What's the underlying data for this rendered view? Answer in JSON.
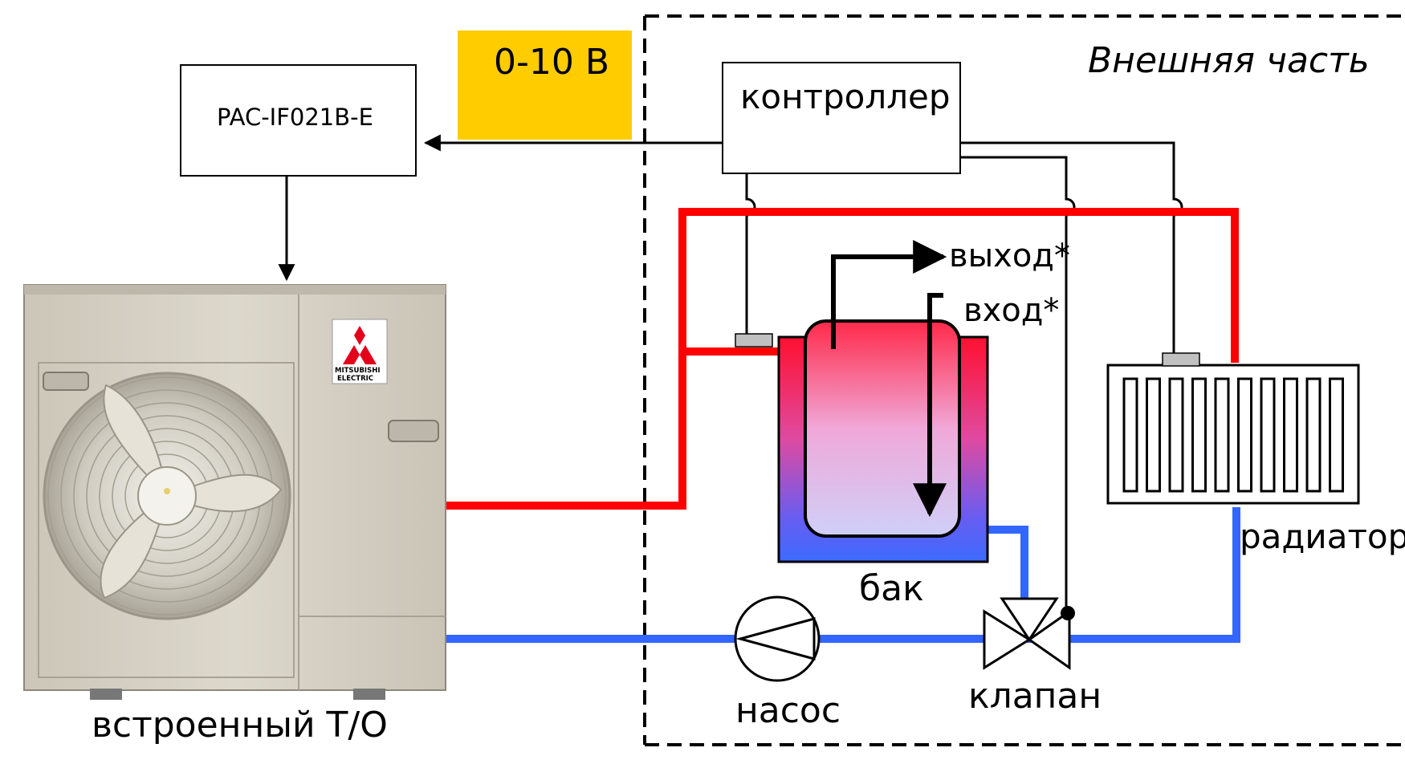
{
  "labels": {
    "signal": "0-10 В",
    "interface": "PAC-IF021B-E",
    "controller": "контроллер",
    "external_zone": "Внешняя часть",
    "outlet": "выход*",
    "inlet": "вход*",
    "tank": "бак",
    "radiator": "радиатор",
    "pump": "насос",
    "valve": "клапан",
    "heat_exchanger": "встроенный Т/О",
    "unit_logo_line1": "MITSUBISHI",
    "unit_logo_line2": "ELECTRIC"
  },
  "colors": {
    "hot_pipe": "#ff0000",
    "cold_pipe": "#3366ff",
    "signal_box": "#ffcc00",
    "unit_body": "#d6d1c4",
    "sensor": "#c0c0c0",
    "tank_top": "#ff1a3a",
    "tank_bottom": "#3d6bff"
  }
}
